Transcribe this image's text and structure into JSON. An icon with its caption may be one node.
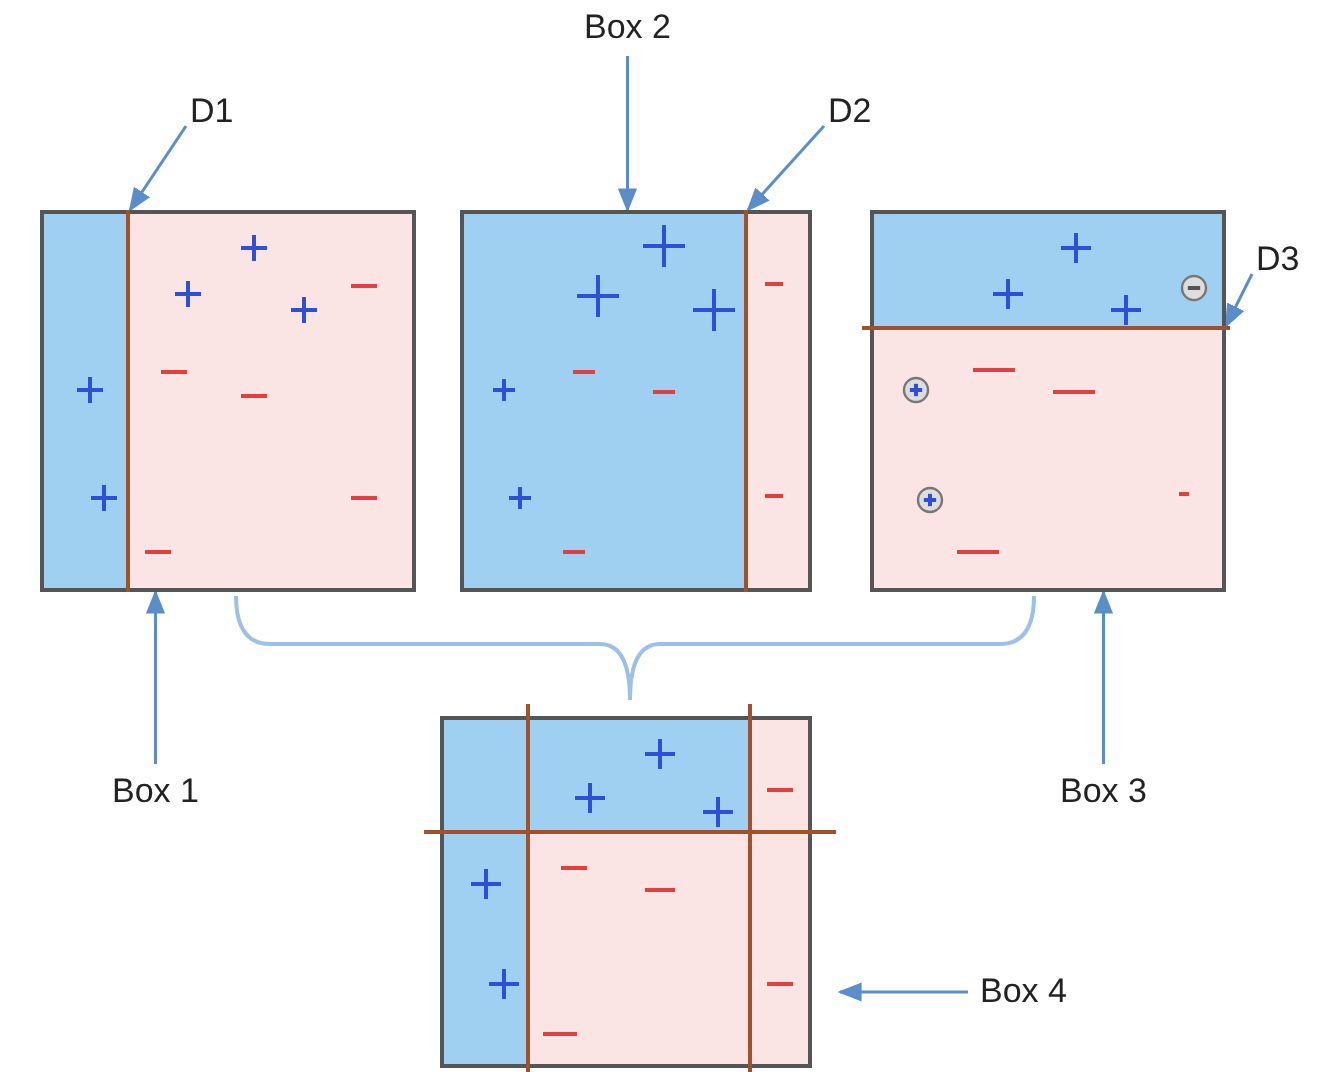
{
  "diagram": {
    "nodes": [
      {
        "text": [
          "Box 2"
        ]
      },
      {
        "text": [
          "D1"
        ]
      },
      {
        "text": [
          "D2"
        ]
      },
      {
        "text": [
          "D3"
        ]
      },
      {
        "text": [],
        "shape": "box"
      },
      {
        "text": [],
        "shape": "box"
      },
      {
        "text": [],
        "shape": "box"
      },
      {
        "text": [],
        "shape": "bar",
        "in": 4
      },
      {
        "text": [],
        "shape": "bar",
        "in": 5
      },
      {
        "text": [],
        "shape": "bar",
        "in": 6
      },
      {
        "text": [
          "Box 1"
        ]
      },
      {
        "text": [
          "Box 3"
        ]
      },
      {
        "text": [],
        "shape": "box"
      },
      {
        "text": [
          "Box 4"
        ]
      }
    ],
    "edges": [
      {
        "from": 0,
        "to": 5,
        "arrow": "to"
      },
      {
        "from": 1,
        "to": 7,
        "arrow": "to"
      },
      {
        "from": 2,
        "to": 8,
        "arrow": "to"
      },
      {
        "from": 3,
        "to": 9,
        "arrow": "to"
      },
      {
        "from": 10,
        "to": 4,
        "arrow": "to"
      },
      {
        "from": 11,
        "to": 6,
        "arrow": "to"
      },
      {
        "from": 13,
        "to": 12,
        "arrow": "to"
      }
    ]
  }
}
